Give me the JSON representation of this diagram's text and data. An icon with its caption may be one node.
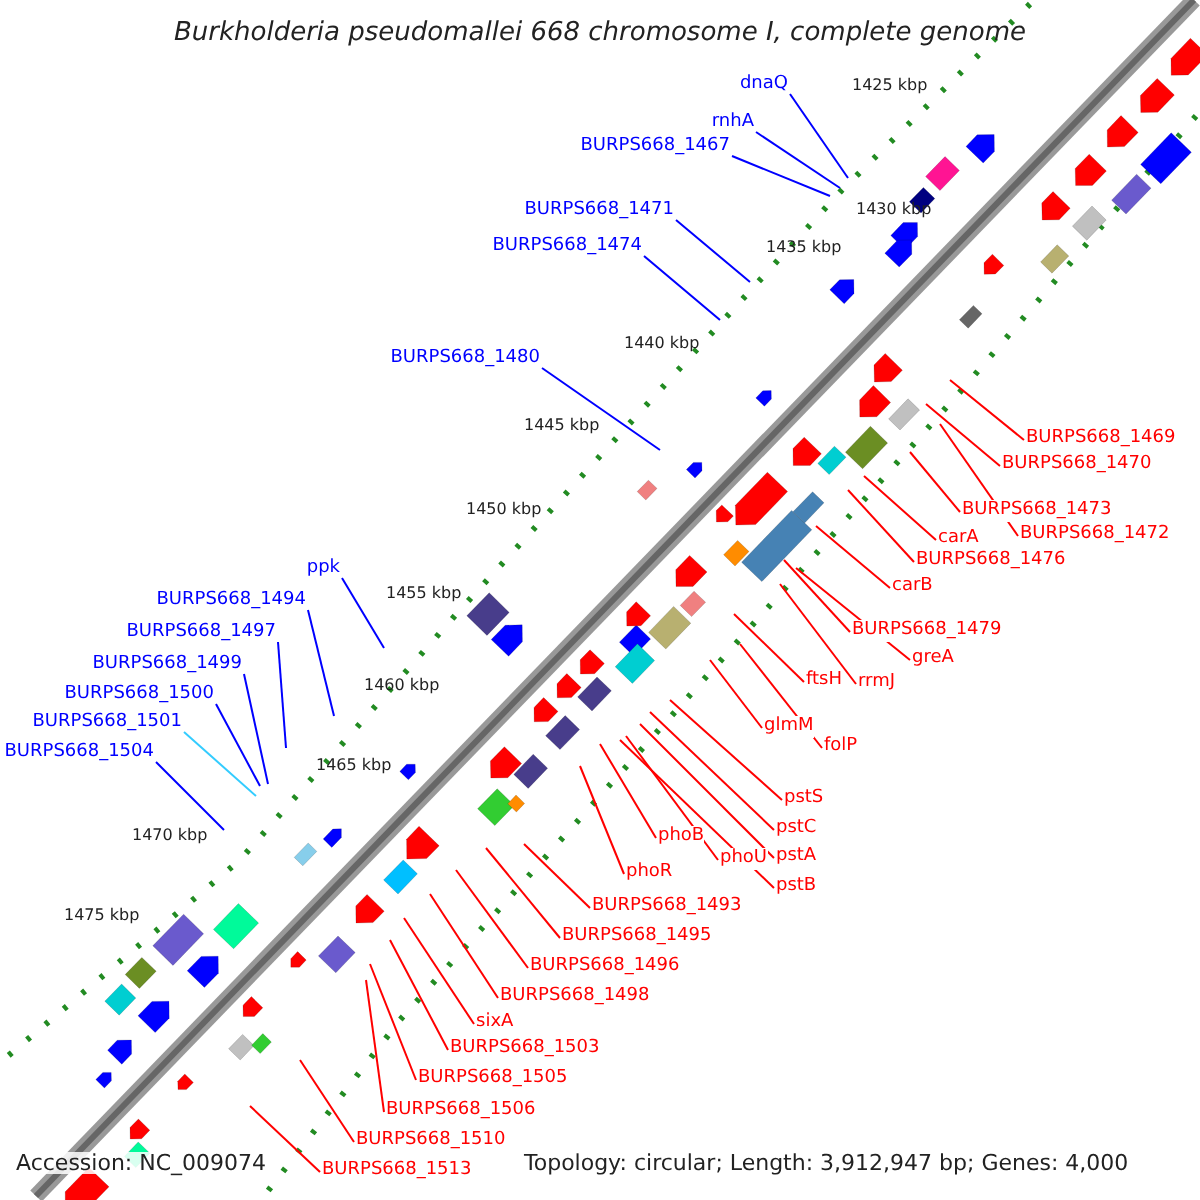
{
  "diagram": {
    "title": "Burkholderia pseudomallei 668 chromosome I, complete genome",
    "nodes": [
      {
        "text": [
          "dnaQ"
        ]
      },
      {
        "text": [
          "rnhA"
        ]
      },
      {
        "text": [
          "BURPS668_1467"
        ]
      },
      {
        "text": [
          "BURPS668_1471"
        ]
      },
      {
        "text": [
          "BURPS668_1474"
        ]
      },
      {
        "text": [
          "BURPS668_1480"
        ]
      },
      {
        "text": [
          "BURPS668_1469"
        ]
      },
      {
        "text": [
          "BURPS668_1470"
        ]
      },
      {
        "text": [
          "BURPS668_1473"
        ]
      },
      {
        "text": [
          "BURPS668_1472"
        ]
      },
      {
        "text": [
          "carA"
        ]
      },
      {
        "text": [
          "BURPS668_1476"
        ]
      },
      {
        "text": [
          "ppk"
        ]
      },
      {
        "text": [
          "carB"
        ]
      },
      {
        "text": [
          "BURPS668_1494"
        ]
      },
      {
        "text": [
          "BURPS668_1479"
        ]
      },
      {
        "text": [
          "BURPS668_1497"
        ]
      },
      {
        "text": [
          "greA"
        ]
      },
      {
        "text": [
          "BURPS668_1499"
        ]
      },
      {
        "text": [
          "ftsH"
        ]
      },
      {
        "text": [
          "rrmJ"
        ]
      },
      {
        "text": [
          "BURPS668_1500"
        ]
      },
      {
        "text": [
          "glmM"
        ]
      },
      {
        "text": [
          "BURPS668_1501"
        ]
      },
      {
        "text": [
          "folP"
        ]
      },
      {
        "text": [
          "BURPS668_1504"
        ]
      },
      {
        "text": [
          "pstS"
        ]
      },
      {
        "text": [
          "pstC"
        ]
      },
      {
        "text": [
          "phoB"
        ]
      },
      {
        "text": [
          "pstA"
        ]
      },
      {
        "text": [
          "phoU"
        ]
      },
      {
        "text": [
          "phoR"
        ]
      },
      {
        "text": [
          "pstB"
        ]
      },
      {
        "text": [
          "BURPS668_1493"
        ]
      },
      {
        "text": [
          "BURPS668_1495"
        ]
      },
      {
        "text": [
          "BURPS668_1496"
        ]
      },
      {
        "text": [
          "BURPS668_1498"
        ]
      },
      {
        "text": [
          "sixA"
        ]
      },
      {
        "text": [
          "BURPS668_1503"
        ]
      },
      {
        "text": [
          "BURPS668_1505"
        ]
      },
      {
        "text": [
          "BURPS668_1506"
        ]
      },
      {
        "text": [
          "BURPS668_1510"
        ]
      },
      {
        "text": [
          "BURPS668_1513"
        ]
      }
    ],
    "edges": [
      {
        "from": 0,
        "to": null,
        "arrow": "none",
        "color": "#0000ff"
      },
      {
        "from": 1,
        "to": null,
        "arrow": "none",
        "color": "#0000ff"
      },
      {
        "from": 2,
        "to": null,
        "arrow": "none",
        "color": "#0000ff"
      },
      {
        "from": 3,
        "to": null,
        "arrow": "none",
        "color": "#0000ff"
      },
      {
        "from": 4,
        "to": null,
        "arrow": "none",
        "color": "#0000ff"
      },
      {
        "from": 5,
        "to": null,
        "arrow": "none",
        "color": "#0000ff"
      },
      {
        "from": 6,
        "to": null,
        "arrow": "none"
      },
      {
        "from": 7,
        "to": null,
        "arrow": "none"
      },
      {
        "from": 8,
        "to": null,
        "arrow": "none"
      },
      {
        "from": 9,
        "to": null,
        "arrow": "none"
      },
      {
        "from": 10,
        "to": null,
        "arrow": "none"
      },
      {
        "from": 11,
        "to": null,
        "arrow": "none"
      },
      {
        "from": 12,
        "to": null,
        "arrow": "none",
        "color": "#0000ff"
      },
      {
        "from": 13,
        "to": null,
        "arrow": "none"
      },
      {
        "from": 14,
        "to": null,
        "arrow": "none",
        "color": "#0000ff"
      },
      {
        "from": 15,
        "to": null,
        "arrow": "none"
      },
      {
        "from": 16,
        "to": null,
        "arrow": "none",
        "color": "#0000ff"
      },
      {
        "from": 17,
        "to": null,
        "arrow": "none"
      },
      {
        "from": 18,
        "to": null,
        "arrow": "none",
        "color": "#0000ff"
      },
      {
        "from": 19,
        "to": null,
        "arrow": "none"
      },
      {
        "from": 20,
        "to": null,
        "arrow": "none"
      },
      {
        "from": 21,
        "to": null,
        "arrow": "none",
        "color": "#0000ff"
      },
      {
        "from": 22,
        "to": null,
        "arrow": "none"
      },
      {
        "from": 23,
        "to": null,
        "arrow": "none",
        "color": "#33ccff"
      },
      {
        "from": 24,
        "to": null,
        "arrow": "none"
      },
      {
        "from": 25,
        "to": null,
        "arrow": "none",
        "color": "#0000ff"
      },
      {
        "from": 26,
        "to": null,
        "arrow": "none"
      },
      {
        "from": 27,
        "to": null,
        "arrow": "none"
      },
      {
        "from": 28,
        "to": null,
        "arrow": "none"
      },
      {
        "from": 29,
        "to": null,
        "arrow": "none"
      },
      {
        "from": 30,
        "to": null,
        "arrow": "none"
      },
      {
        "from": 31,
        "to": null,
        "arrow": "none"
      },
      {
        "from": 32,
        "to": null,
        "arrow": "none"
      },
      {
        "from": 33,
        "to": null,
        "arrow": "none"
      },
      {
        "from": 34,
        "to": null,
        "arrow": "none"
      },
      {
        "from": 35,
        "to": null,
        "arrow": "none"
      },
      {
        "from": 36,
        "to": null,
        "arrow": "none"
      },
      {
        "from": 37,
        "to": null,
        "arrow": "none"
      },
      {
        "from": 38,
        "to": null,
        "arrow": "none"
      },
      {
        "from": 39,
        "to": null,
        "arrow": "none"
      },
      {
        "from": 40,
        "to": null,
        "arrow": "none"
      },
      {
        "from": 41,
        "to": null,
        "arrow": "none"
      },
      {
        "from": 42,
        "to": null,
        "arrow": "none"
      }
    ],
    "labels": [
      "1425 kbp",
      "1430 kbp",
      "1435 kbp",
      "1440 kbp",
      "1445 kbp",
      "1450 kbp",
      "1455 kbp",
      "1460 kbp",
      "1465 kbp",
      "1470 kbp",
      "1475 kbp",
      "Accession: NC_009074",
      "Topology: circular; Length: 3,912,947 bp; Genes: 4,000"
    ]
  }
}
